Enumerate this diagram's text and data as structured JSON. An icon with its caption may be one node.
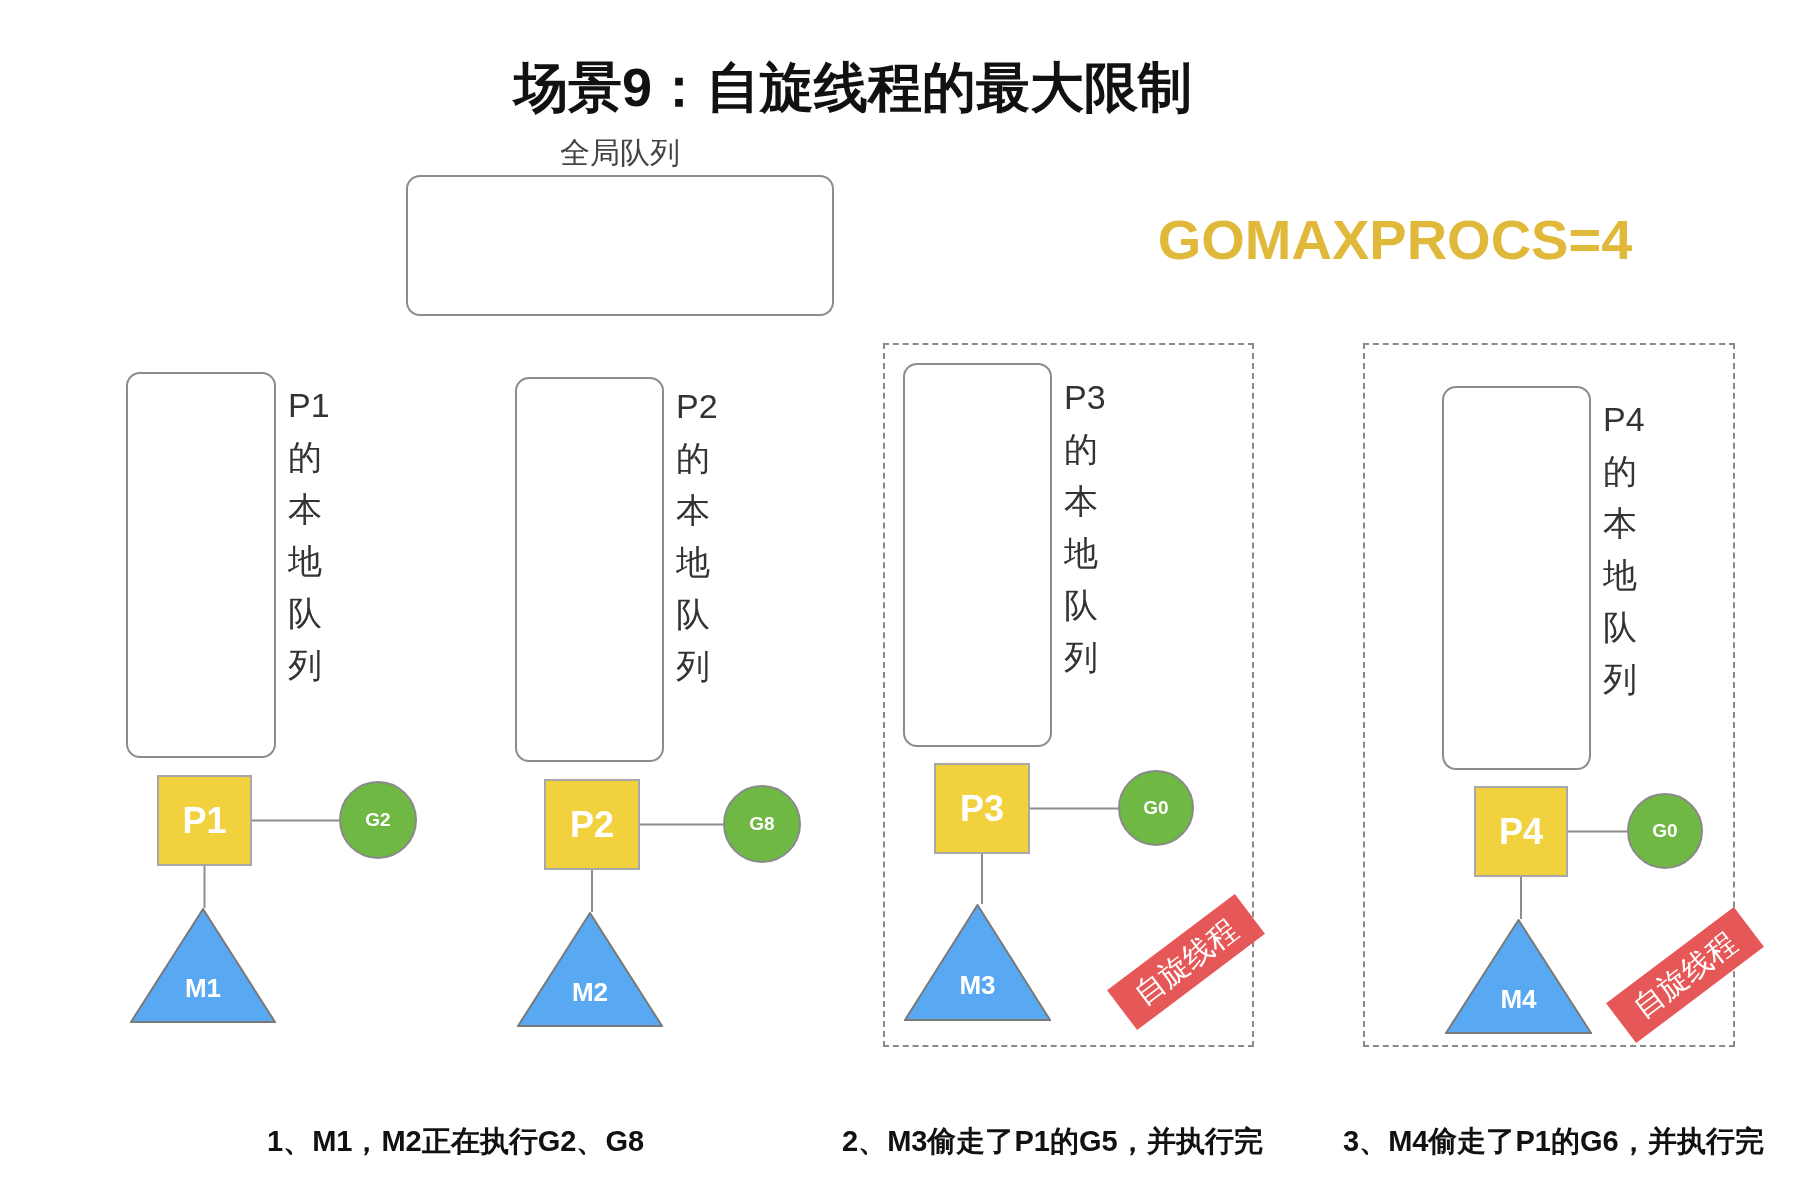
{
  "diagram": {
    "title": "场景9：自旋线程的最大限制",
    "nodes": [
      {
        "text": [
          "全局队列"
        ]
      },
      {
        "text": [
          "P1的本地队列"
        ]
      },
      {
        "text": [
          "P1"
        ]
      },
      {
        "text": [
          "G2"
        ]
      },
      {
        "text": [
          "M1"
        ]
      },
      {
        "text": [
          "P2的本地队列"
        ]
      },
      {
        "text": [
          "P2"
        ]
      },
      {
        "text": [
          "G8"
        ]
      },
      {
        "text": [
          "M2"
        ]
      },
      {
        "text": [],
        "shape": "box"
      },
      {
        "text": [
          "P3的本地队列"
        ],
        "in": 9
      },
      {
        "text": [
          "P3"
        ],
        "in": 9
      },
      {
        "text": [
          "G0"
        ],
        "in": 9
      },
      {
        "text": [
          "M3"
        ],
        "in": 9
      },
      {
        "text": [
          "自旋线程"
        ]
      },
      {
        "text": [],
        "shape": "box"
      },
      {
        "text": [
          "P4的本地队列"
        ],
        "in": 15
      },
      {
        "text": [
          "P4"
        ],
        "in": 15
      },
      {
        "text": [
          "G0"
        ],
        "in": 15
      },
      {
        "text": [
          "M4"
        ],
        "in": 15
      },
      {
        "text": [
          "自旋线程"
        ]
      }
    ],
    "edges": [
      {
        "from": 2,
        "to": 3,
        "arrow": "none"
      },
      {
        "from": 2,
        "to": 4,
        "arrow": "none"
      },
      {
        "from": 6,
        "to": 7,
        "arrow": "none"
      },
      {
        "from": 6,
        "to": 8,
        "arrow": "none"
      },
      {
        "from": 11,
        "to": 12,
        "arrow": "none"
      },
      {
        "from": 11,
        "to": 13,
        "arrow": "none"
      },
      {
        "from": 17,
        "to": 18,
        "arrow": "none"
      },
      {
        "from": 17,
        "to": 19,
        "arrow": "none"
      }
    ],
    "labels": [
      "GOMAXPROCS=4",
      "1、M1，M2正在执行G2、G8",
      "2、M3偷走了P1的G5，并执行完",
      "3、M4偷走了P1的G6，并执行完"
    ]
  }
}
